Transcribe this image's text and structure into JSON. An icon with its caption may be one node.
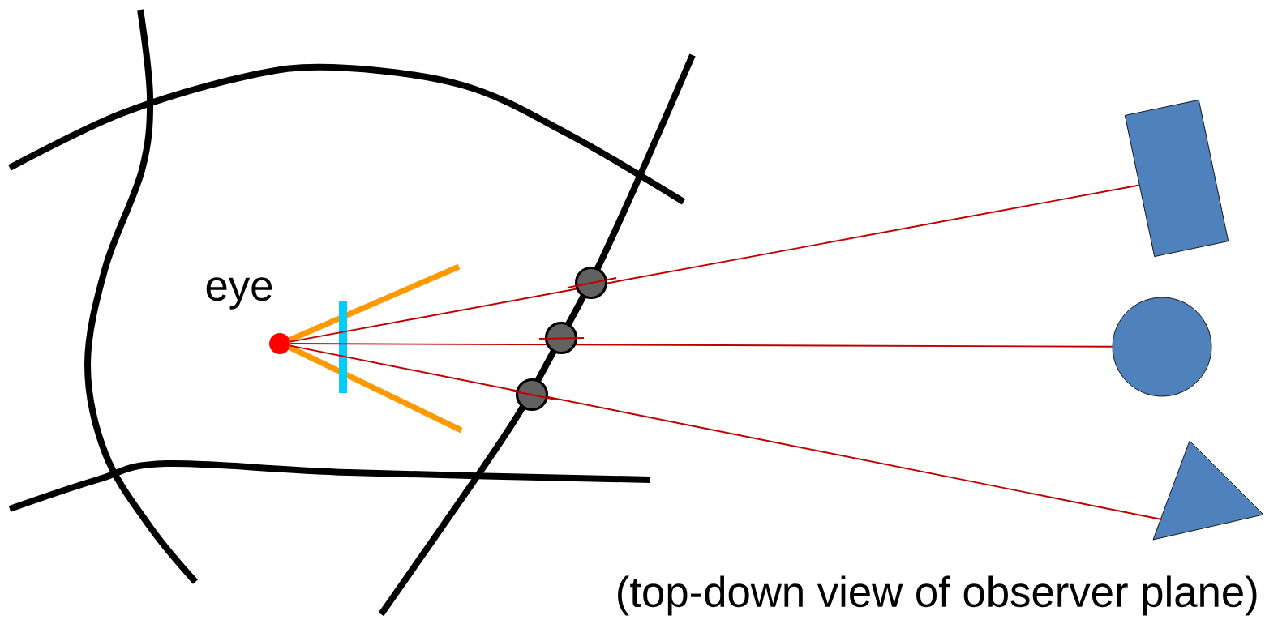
{
  "diagram": {
    "caption": "(top-down view of observer plane)",
    "nodes": [
      {
        "text": [
          "eye"
        ]
      },
      {
        "text": [],
        "shape": "box"
      },
      {
        "text": [],
        "shape": "circle"
      },
      {
        "text": [],
        "shape": "triangle"
      }
    ],
    "edges": [
      {
        "from": 0,
        "to": 1,
        "arrow": "none"
      },
      {
        "from": 0,
        "to": 2,
        "arrow": "none"
      },
      {
        "from": 0,
        "to": 3,
        "arrow": "none"
      }
    ]
  }
}
